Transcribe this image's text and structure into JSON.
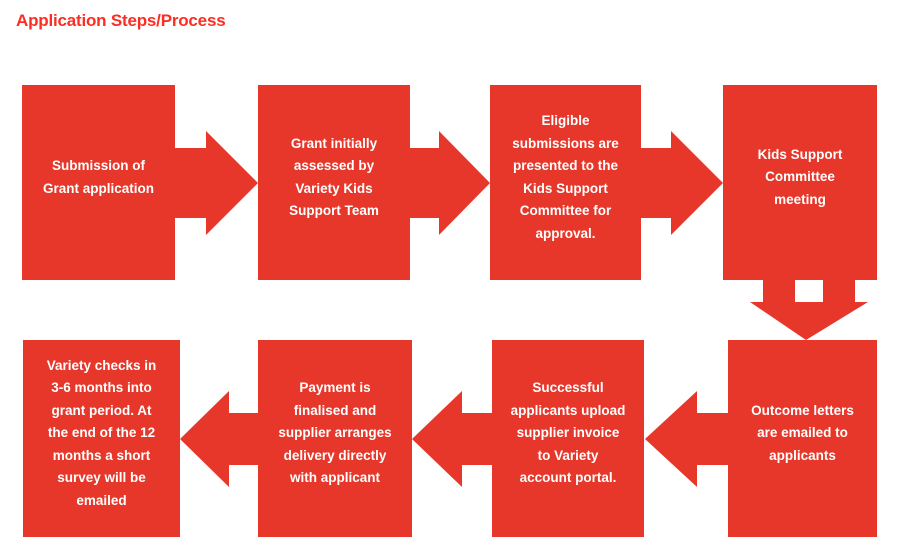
{
  "title": {
    "text": "Application Steps/Process"
  },
  "theme": {
    "box_color": "#e6372a",
    "title_color": "#fc2d23",
    "text_color": "#ffffff",
    "background": "#ffffff"
  },
  "flow": {
    "boxes": {
      "step1": {
        "text": "Submission of\nGrant application"
      },
      "step2": {
        "text": "Grant initially\nassessed by\nVariety Kids\nSupport Team"
      },
      "step3": {
        "text": "Eligible\nsubmissions are\npresented to the\nKids Support\nCommittee for\napproval."
      },
      "step4": {
        "text": "Kids Support\nCommittee\nmeeting"
      },
      "step5": {
        "text": "Outcome letters\nare emailed to\napplicants"
      },
      "step6": {
        "text": "Successful\napplicants upload\nsupplier invoice\nto Variety\naccount portal."
      },
      "step7": {
        "text": "Payment is\nfinalised and\nsupplier arranges\ndelivery directly\nwith applicant"
      },
      "step8": {
        "text": "Variety checks in\n3-6 months into\ngrant period.  At\nthe end of the 12\nmonths a short\nsurvey will be\nemailed"
      }
    },
    "connectors": [
      {
        "from": "step1",
        "to": "step2",
        "direction": "right"
      },
      {
        "from": "step2",
        "to": "step3",
        "direction": "right"
      },
      {
        "from": "step3",
        "to": "step4",
        "direction": "right"
      },
      {
        "from": "step4",
        "to": "step5",
        "direction": "down"
      },
      {
        "from": "step5",
        "to": "step6",
        "direction": "left"
      },
      {
        "from": "step6",
        "to": "step7",
        "direction": "left"
      },
      {
        "from": "step7",
        "to": "step8",
        "direction": "left"
      }
    ]
  }
}
